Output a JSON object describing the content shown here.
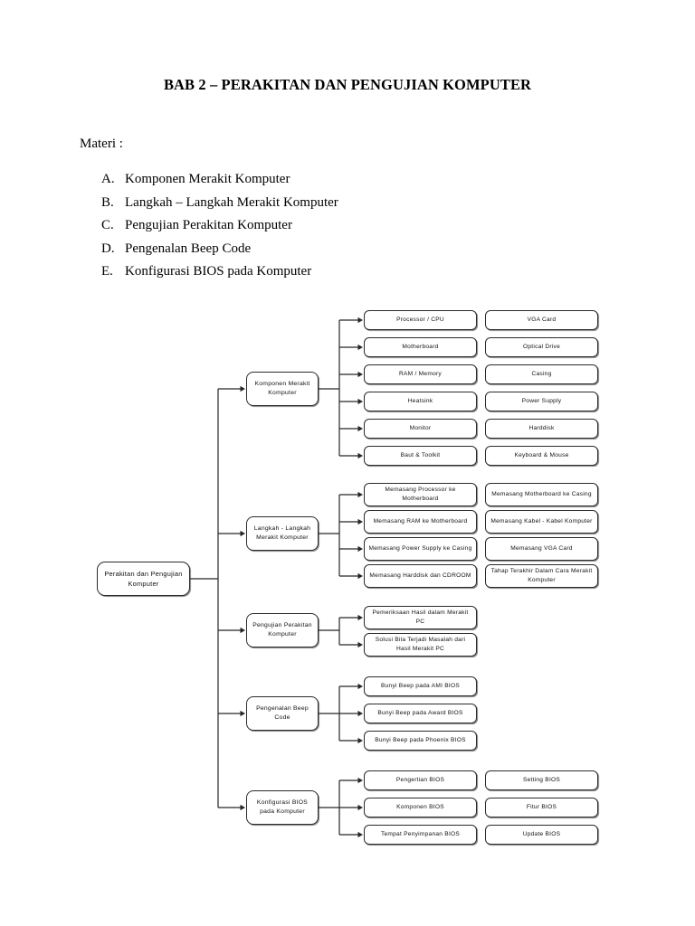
{
  "document": {
    "title": "BAB 2 – PERAKITAN DAN PENGUJIAN KOMPUTER",
    "materi_label": "Materi :",
    "materi": [
      {
        "marker": "A.",
        "text": "Komponen Merakit Komputer"
      },
      {
        "marker": "B.",
        "text": "Langkah – Langkah Merakit Komputer"
      },
      {
        "marker": "C.",
        "text": "Pengujian Perakitan Komputer"
      },
      {
        "marker": "D.",
        "text": "Pengenalan Beep Code"
      },
      {
        "marker": "E.",
        "text": "Konfigurasi BIOS pada Komputer"
      }
    ]
  },
  "diagram": {
    "root": {
      "label": "Perakitan dan Pengujian Komputer"
    },
    "branches": [
      {
        "label": "Komponen Merakit Komputer",
        "leaves_left": [
          "Processor / CPU",
          "Motherboard",
          "RAM / Memory",
          "Heatsink",
          "Monitor",
          "Baut & Toolkit"
        ],
        "leaves_right": [
          "VGA Card",
          "Optical Drive",
          "Casing",
          "Power Supply",
          "Harddisk",
          "Keyboard & Mouse"
        ]
      },
      {
        "label": "Langkah - Langkah Merakit Komputer",
        "leaves_left": [
          "Memasang Processor ke Motherboard",
          "Memasang RAM ke Motherboard",
          "Memasang Power Supply ke Casing",
          "Memasang Harddisk dan CDROOM"
        ],
        "leaves_right": [
          "Memasang Motherboard ke Casing",
          "Memasang Kabel - Kabel Komputer",
          "Memasang VGA Card",
          "Tahap Terakhir Dalam Cara Merakit Komputer"
        ]
      },
      {
        "label": "Pengujian Perakitan Komputer",
        "leaves_left": [
          "Pemeriksaan Hasil dalam Merakit PC",
          "Solusi Bila Terjadi Masalah dari Hasil Merakit PC"
        ],
        "leaves_right": []
      },
      {
        "label": "Pengenalan Beep Code",
        "leaves_left": [
          "Bunyi Beep pada AMI BIOS",
          "Bunyi Beep pada Award BIOS",
          "Bunyi Beep pada Phoenix BIOS"
        ],
        "leaves_right": []
      },
      {
        "label": "Konfigurasi BIOS pada Komputer",
        "leaves_left": [
          "Pengertian BIOS",
          "Komponen BIOS",
          "Tempat Penyimpanan BIOS"
        ],
        "leaves_right": [
          "Setting BIOS",
          "Fitur BIOS",
          "Update BIOS"
        ]
      }
    ]
  },
  "colors": {
    "page_background": "#ffffff",
    "text": "#000000",
    "node_border": "#2b2b2b",
    "wire": "#262626"
  }
}
